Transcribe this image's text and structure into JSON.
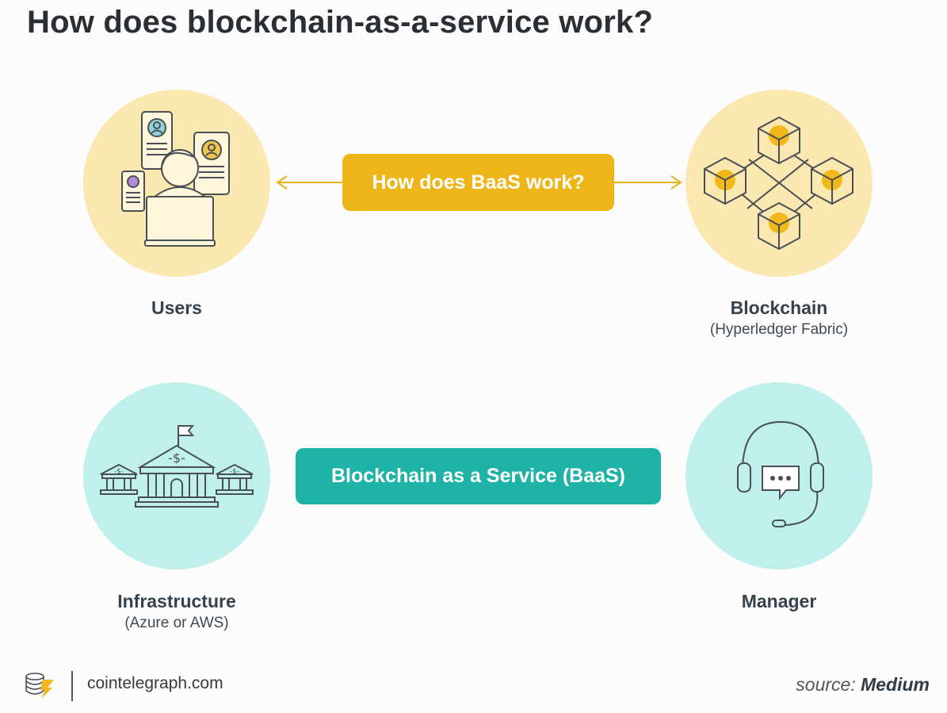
{
  "title": "How does blockchain-as-a-service work?",
  "center_labels": {
    "question": "How does BaaS work?",
    "service": "Blockchain as a Service (BaaS)"
  },
  "nodes": {
    "users": {
      "label": "Users",
      "icon": "users-devices-icon"
    },
    "blockchain": {
      "label": "Blockchain",
      "sublabel": "(Hyperledger Fabric)",
      "icon": "blockchain-network-icon"
    },
    "infrastructure": {
      "label": "Infrastructure",
      "sublabel": "(Azure or AWS)",
      "icon": "bank-buildings-icon"
    },
    "manager": {
      "label": "Manager",
      "icon": "headset-icon"
    }
  },
  "footer": {
    "site": "cointelegraph.com",
    "source_prefix": "source:",
    "source_name": "Medium"
  },
  "colors": {
    "yellow_circle": "#fbe8b0",
    "teal_circle": "#bff0ec",
    "question_pill": "#eeb518",
    "service_pill": "#1fb3a7",
    "arrow": "#e9b21e"
  }
}
